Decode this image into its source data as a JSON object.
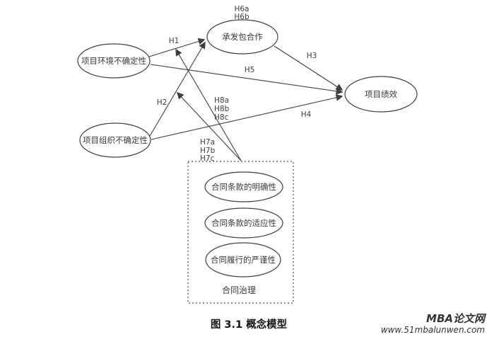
{
  "figure": {
    "caption": "图 3.1 概念模型"
  },
  "diagram": {
    "nodes": {
      "env": {
        "label": "项目环境不确定性"
      },
      "org": {
        "label": "项目组织不确定性"
      },
      "coop": {
        "label": "承发包合作"
      },
      "perf": {
        "label": "项目绩效"
      },
      "contract_clarity": {
        "label": "合同条款的明确性"
      },
      "contract_adaptability": {
        "label": "合同条款的适应性"
      },
      "contract_rigor": {
        "label": "合同履行的严谨性"
      },
      "governance_group": {
        "label": "合同治理"
      }
    },
    "labels": {
      "h1": "H1",
      "h2": "H2",
      "h3": "H3",
      "h4": "H4",
      "h5": "H5",
      "h6a": "H6a",
      "h6b": "H6b",
      "h7a": "H7a",
      "h7b": "H7b",
      "h7c": "H7c",
      "h8a": "H8a",
      "h8b": "H8b",
      "h8c": "H8c"
    }
  },
  "watermark": {
    "site_name": "MBA论文网",
    "site_url": "www.51mbalunwen.com",
    "brand_color": "#1b1b33",
    "url_color": "#ee4f7f"
  },
  "colors": {
    "line": "#3f3f3f",
    "background": "#ffffff"
  }
}
